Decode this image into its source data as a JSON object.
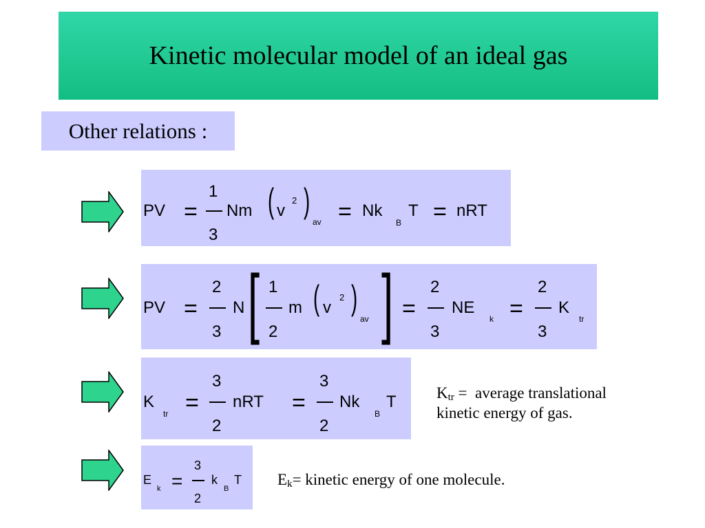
{
  "slide": {
    "title": "Kinetic molecular model of an ideal gas",
    "subtitle": "Other relations :"
  },
  "colors": {
    "title_banner": "#20c890",
    "equation_box": "#ccccff",
    "arrow_fill": "#2ed38e"
  },
  "eq1": {
    "pv": "PV",
    "eq_a": "=",
    "num": "1",
    "den": "3",
    "nm": "Nm",
    "paren_open": "(",
    "v": "v",
    "exp": "2",
    "paren_close": ")",
    "av": "av",
    "eq_b": "=",
    "nk": "Nk",
    "sub_b": "B",
    "t": "T",
    "eq_c": "=",
    "nrt": "nRT"
  },
  "eq2": {
    "pv": "PV",
    "eq_a": "=",
    "num1": "2",
    "den1": "3",
    "n": "N",
    "bracket_open": "[",
    "num2": "1",
    "den2": "2",
    "m": "m",
    "paren_open": "(",
    "v": "v",
    "exp": "2",
    "paren_close": ")",
    "av": "av",
    "bracket_close": "]",
    "eq_b": "=",
    "num3": "2",
    "den3": "3",
    "ne": "NE",
    "sub_k": "k",
    "eq_c": "=",
    "num4": "2",
    "den4": "3",
    "k": "K",
    "sub_tr": "tr"
  },
  "eq3": {
    "k": "K",
    "sub_tr": "tr",
    "eq_a": "=",
    "num1": "3",
    "den1": "2",
    "nrt": "nRT",
    "eq_b": "=",
    "num2": "3",
    "den2": "2",
    "nk": "Nk",
    "sub_b": "B",
    "t": "T"
  },
  "eq4": {
    "e": "E",
    "sub_k": "k",
    "eq_a": "=",
    "num": "3",
    "den": "2",
    "k": "k",
    "sub_b": "B",
    "t": "T"
  },
  "note_ktr": {
    "symbol": "K",
    "sub": "tr",
    "line1_rest": " =  average translational",
    "line2": "kinetic energy of gas."
  },
  "note_ek": {
    "symbol": "E",
    "sub": "k",
    "rest": "= kinetic energy of one molecule."
  }
}
